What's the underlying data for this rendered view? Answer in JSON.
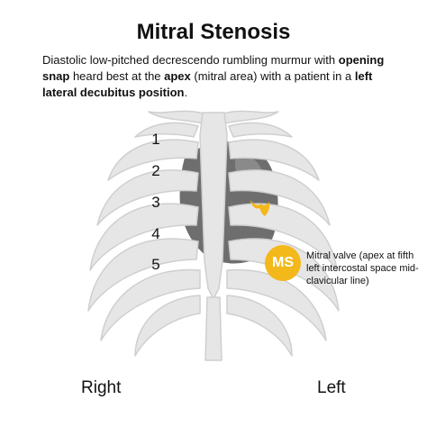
{
  "title": "Mitral Stenosis",
  "description": {
    "p1": "Diastolic low-pitched decrescendo rumbling murmur with ",
    "b1": "opening snap",
    "p2": " heard best at the ",
    "b2": "apex",
    "p3": " (mitral area) with a patient in a ",
    "b3": "left lateral decubitus position",
    "p4": "."
  },
  "rib_numbers": [
    "1",
    "2",
    "3",
    "4",
    "5"
  ],
  "badge": {
    "text": "MS",
    "color": "#f3b81a"
  },
  "annotation": "Mitral valve (apex at fifth left intercostal space mid-clavicular line)",
  "side_labels": {
    "right": "Right",
    "left": "Left"
  },
  "colors": {
    "bone": "#e6e6e6",
    "bone_edge": "#cfcfcf",
    "heart": "#6e6e6e",
    "valve": "#f3b81a"
  }
}
